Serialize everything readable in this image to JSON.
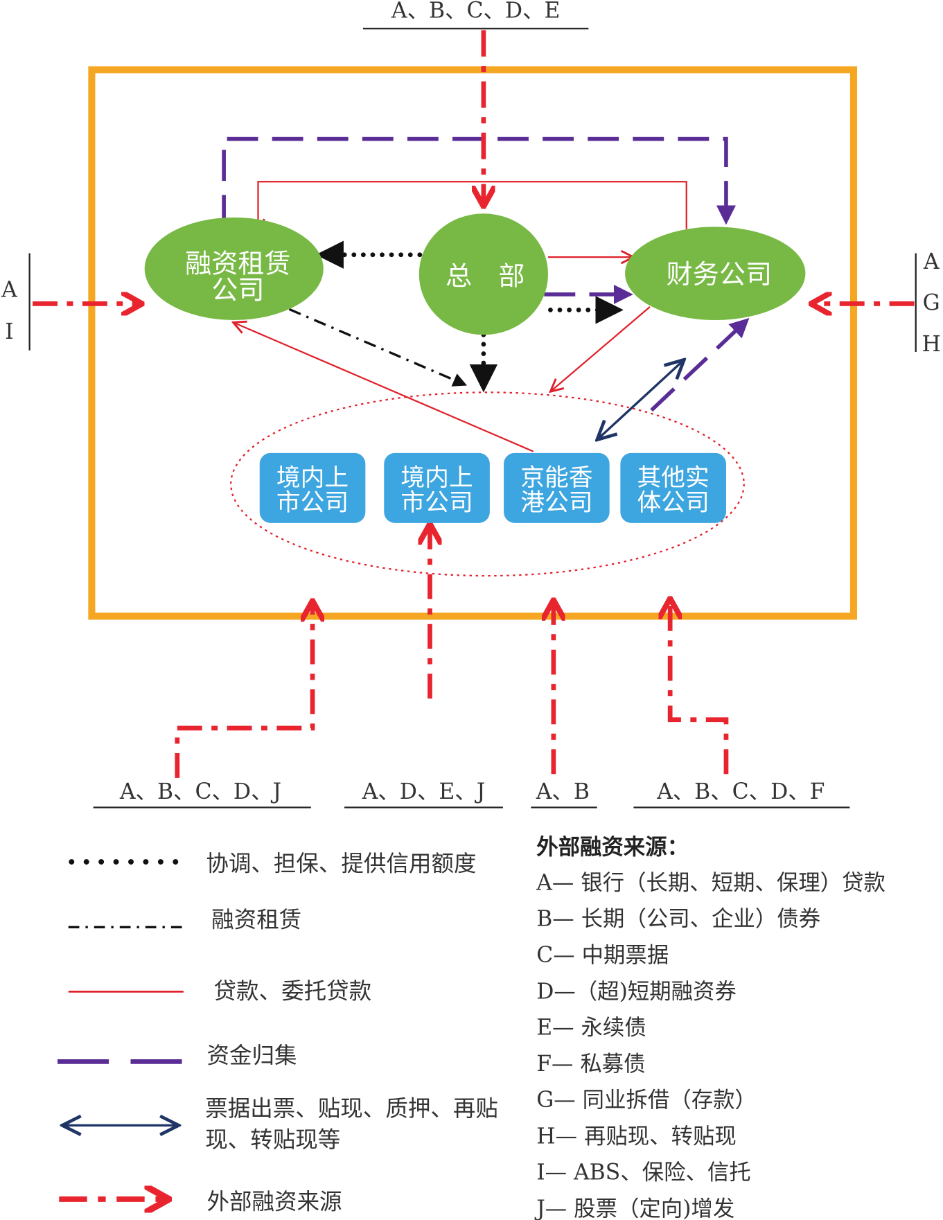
{
  "nodes": {
    "leasing_line1": "融资租赁",
    "leasing_line2": "公司",
    "hq": "总　部",
    "finance": "财务公司",
    "sub1_line1": "境内上",
    "sub1_line2": "市公司",
    "sub2_line1": "境内上",
    "sub2_line2": "市公司",
    "sub3_line1": "京能香",
    "sub3_line2": "港公司",
    "sub4_line1": "其他实",
    "sub4_line2": "体公司"
  },
  "sources": {
    "top": "A、B、C、D、E",
    "left_top": "A",
    "left_bottom": "I",
    "right_1": "A",
    "right_2": "G",
    "right_3": "H",
    "bottom_1": "A、B、C、D、J",
    "bottom_2": "A、D、E、J",
    "bottom_3": "A、B",
    "bottom_4": "A、B、C、D、F"
  },
  "legend": {
    "coordination": "协调、担保、提供信用额度",
    "leasing": "融资租赁",
    "loan": "贷款、委托贷款",
    "pooling": "资金归集",
    "bills_line1": "票据出票、贴现、质押、再贴",
    "bills_line2": "现、转贴现等",
    "external": "外部融资来源"
  },
  "external_sources": {
    "title": "外部融资来源：",
    "items": [
      "A— 银行（长期、短期、保理）贷款",
      "B— 长期（公司、企业）债券",
      "C— 中期票据",
      "D—（超)短期融资券",
      "E— 永续债",
      "F— 私募债",
      "G— 同业拆借（存款）",
      "H— 再贴现、转贴现",
      "I— ABS、保险、信托",
      "J— 股票（定向)增发"
    ]
  },
  "colors": {
    "frame": "#f5a623",
    "node_green": "#77b944",
    "node_blue": "#3da5df",
    "loan_red": "#e0202a",
    "pooling_purple": "#5a2d96",
    "bills_navy": "#1f3566",
    "dots_black": "#111111",
    "external_red": "#e8252f"
  }
}
